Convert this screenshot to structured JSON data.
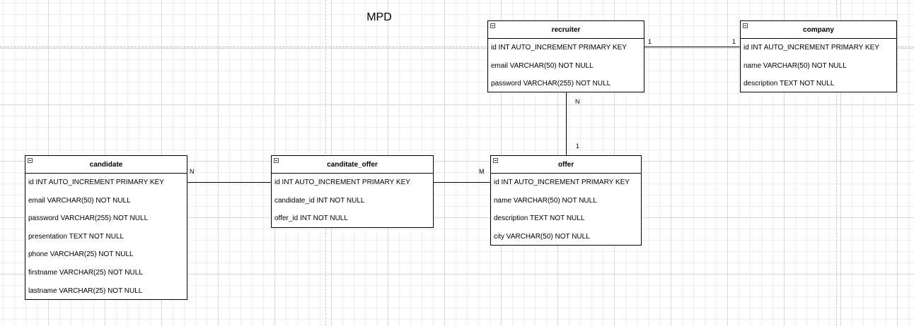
{
  "diagram": {
    "title": "MPD",
    "entities": {
      "recruiter": {
        "name": "recruiter",
        "fields": [
          "id INT AUTO_INCREMENT PRIMARY KEY",
          "email VARCHAR(50) NOT NULL",
          "password VARCHAR(255) NOT NULL"
        ]
      },
      "company": {
        "name": "company",
        "fields": [
          "id INT AUTO_INCREMENT PRIMARY KEY",
          "name VARCHAR(50) NOT NULL",
          "description TEXT NOT NULL"
        ]
      },
      "candidate": {
        "name": "candidate",
        "fields": [
          "id INT AUTO_INCREMENT PRIMARY KEY",
          "email VARCHAR(50) NOT NULL",
          "password VARCHAR(255) NOT NULL",
          "presentation TEXT NOT NULL",
          "phone VARCHAR(25) NOT NULL",
          "firstname VARCHAR(25) NOT NULL",
          "lastname VARCHAR(25) NOT NULL"
        ]
      },
      "canditate_offer": {
        "name": "canditate_offer",
        "fields": [
          "id INT AUTO_INCREMENT PRIMARY KEY",
          "candidate_id INT NOT NULL",
          "offer_id INT NOT NULL"
        ]
      },
      "offer": {
        "name": "offer",
        "fields": [
          "id INT AUTO_INCREMENT PRIMARY KEY",
          "name VARCHAR(50) NOT NULL",
          "description TEXT NOT NULL",
          "city VARCHAR(50) NOT NULL"
        ]
      }
    },
    "relations": {
      "recruiter_company": {
        "from": "recruiter",
        "to": "company",
        "from_card": "1",
        "to_card": "1"
      },
      "recruiter_offer": {
        "from": "recruiter",
        "to": "offer",
        "from_card": "N",
        "to_card": "1"
      },
      "candidate_canditate_offer": {
        "from": "candidate",
        "to": "canditate_offer",
        "from_card": "N",
        "to_card": ""
      },
      "canditate_offer_offer": {
        "from": "canditate_offer",
        "to": "offer",
        "from_card": "",
        "to_card": "M"
      }
    }
  }
}
